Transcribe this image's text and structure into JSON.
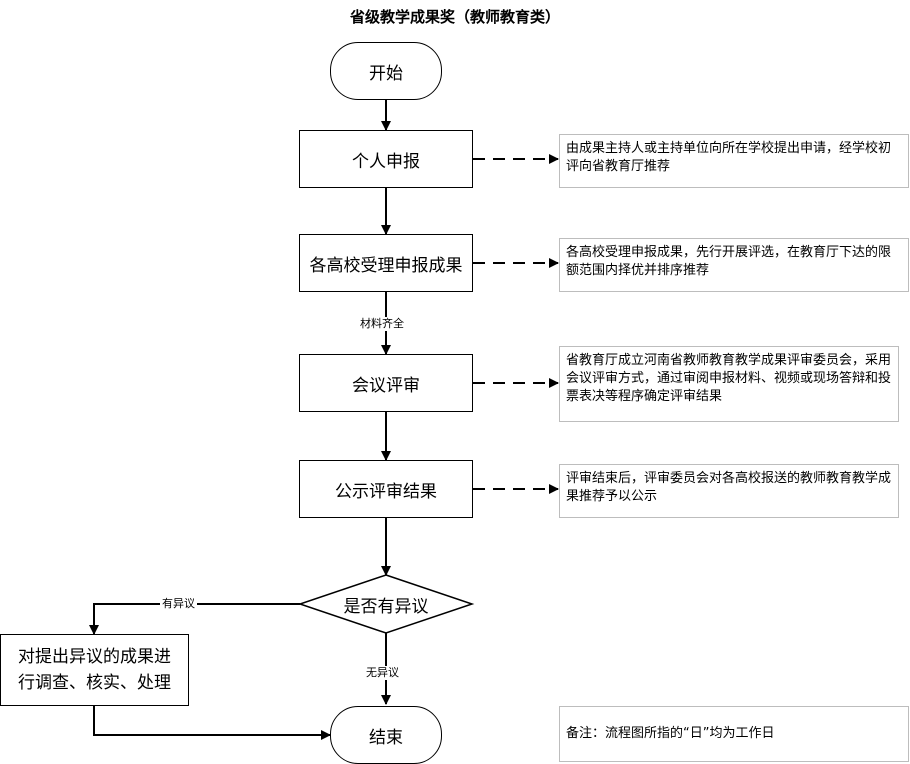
{
  "title": "省级教学成果奖（教师教育类）",
  "nodes": {
    "start": "开始",
    "apply": "个人申报",
    "accept": "各高校受理申报成果",
    "review": "会议评审",
    "publicize": "公示评审结果",
    "decision": "是否有异议",
    "handle_line1": "对提出异议的成果进",
    "handle_line2": "行调查、核实、处理",
    "end": "结束"
  },
  "edge_labels": {
    "materials": "材料齐全",
    "has_objection": "有异议",
    "no_objection": "无异议"
  },
  "notes": {
    "apply": "由成果主持人或主持单位向所在学校提出申请，经学校初评向省教育厅推荐",
    "accept": "各高校受理申报成果，先行开展评选，在教育厅下达的限额范围内择优并排序推荐",
    "review": "省教育厅成立河南省教师教育教学成果评审委员会，采用会议评审方式，通过审阅申报材料、视频或现场答辩和投票表决等程序确定评审结果",
    "publicize": "评审结束后，评审委员会对各高校报送的教师教育教学成果推荐予以公示",
    "remark": "备注：流程图所指的“日”均为工作日"
  }
}
